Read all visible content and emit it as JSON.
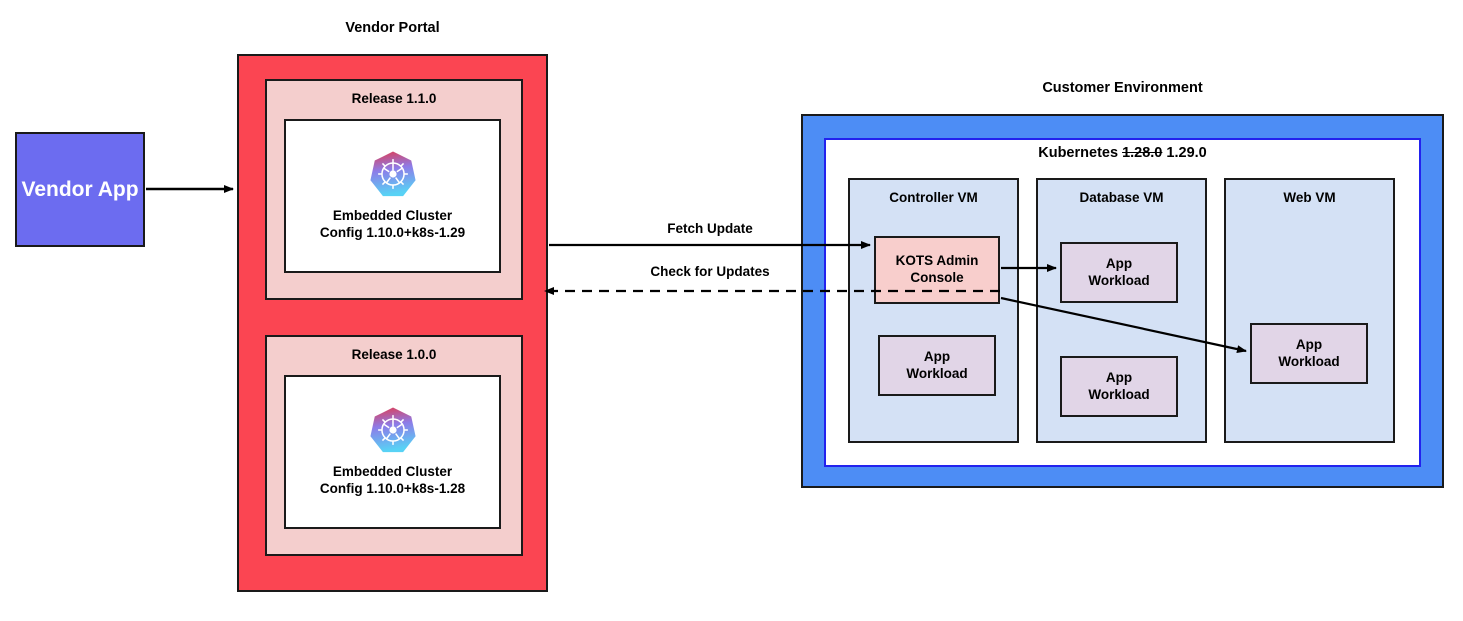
{
  "diagram": {
    "vendor_app": {
      "label": "Vendor\nApp",
      "color": "#6c6cf0"
    },
    "vendor_portal": {
      "title": "Vendor Portal",
      "color": "#fb4552",
      "releases": [
        {
          "title": "Release 1.1.0",
          "icon": "kubernetes-logo",
          "config": "Embedded Cluster\nConfig 1.10.0+k8s-1.29"
        },
        {
          "title": "Release 1.0.0",
          "icon": "kubernetes-logo",
          "config": "Embedded Cluster\nConfig 1.10.0+k8s-1.28"
        }
      ]
    },
    "arrows": {
      "fetch_update": "Fetch Update",
      "check_for_updates": "Check for Updates"
    },
    "customer_environment": {
      "title": "Customer Environment",
      "color": "#4d8df5",
      "kubernetes": {
        "prefix": "Kubernetes ",
        "old_version": "1.28.0",
        "new_version": "1.29.0",
        "border_color": "#2222ee"
      },
      "vms": [
        {
          "title": "Controller VM",
          "components": [
            {
              "name": "kots-admin-console",
              "label": "KOTS Admin\nConsole",
              "color": "#f8cecc"
            },
            {
              "name": "app-workload",
              "label": "App\nWorkload",
              "color": "#e1d5e7"
            }
          ]
        },
        {
          "title": "Database VM",
          "components": [
            {
              "name": "app-workload",
              "label": "App\nWorkload",
              "color": "#e1d5e7"
            },
            {
              "name": "app-workload",
              "label": "App\nWorkload",
              "color": "#e1d5e7"
            }
          ]
        },
        {
          "title": "Web VM",
          "components": [
            {
              "name": "app-workload",
              "label": "App\nWorkload",
              "color": "#e1d5e7"
            }
          ]
        }
      ]
    }
  }
}
